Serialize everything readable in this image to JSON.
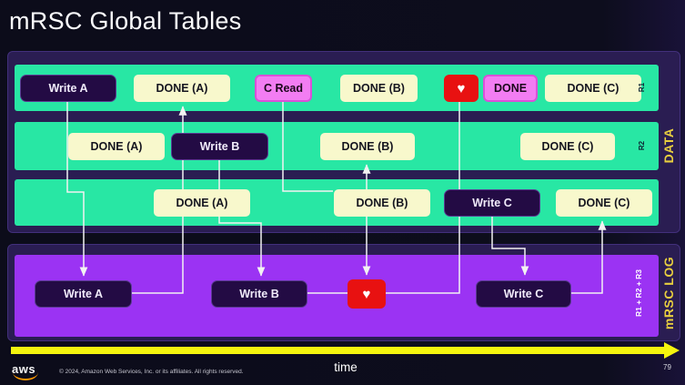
{
  "title": "mRSC Global Tables",
  "colors": {
    "background": "#0d0d1d",
    "panel_purple": "#2a1d52",
    "row_green": "#28e7a4",
    "log_purple": "#9b33f3",
    "done_box_yellow": "#f8f8cc",
    "write_box_dark": "#230b44",
    "read_box_pink": "#f27df2",
    "heart_red": "#e81111",
    "timeline_yellow": "#f4f40e",
    "side_label_yellow": "#e8cf3f",
    "aws_smile_orange": "#ff9900"
  },
  "diagram": {
    "data_label": "DATA",
    "rows": [
      {
        "label": "R1",
        "boxes": [
          {
            "label": "Write A"
          },
          {
            "label": "DONE (A)"
          },
          {
            "label": "C Read"
          },
          {
            "label": "DONE (B)"
          },
          {
            "icon": "heart-icon",
            "glyph": "♥"
          },
          {
            "label": "DONE"
          },
          {
            "label": "DONE (C)"
          }
        ]
      },
      {
        "label": "R2",
        "boxes": [
          {
            "label": "DONE (A)"
          },
          {
            "label": "Write B"
          },
          {
            "label": "DONE (B)"
          },
          {
            "label": "DONE (C)"
          }
        ]
      },
      {
        "boxes": [
          {
            "label": "DONE (A)"
          },
          {
            "label": "DONE (B)"
          },
          {
            "label": "Write C"
          },
          {
            "label": "DONE (C)"
          }
        ]
      }
    ],
    "log_label": "mRSC LOG",
    "log_row_label": "R1 + R2 + R3",
    "log_boxes": [
      {
        "label": "Write A"
      },
      {
        "label": "Write B"
      },
      {
        "icon": "heart-icon",
        "glyph": "♥"
      },
      {
        "label": "Write C"
      }
    ]
  },
  "timeline": {
    "label": "time"
  },
  "footer": {
    "logo": "aws",
    "copyright": "© 2024, Amazon Web Services, Inc. or its affiliates. All rights reserved.",
    "page": "79"
  }
}
